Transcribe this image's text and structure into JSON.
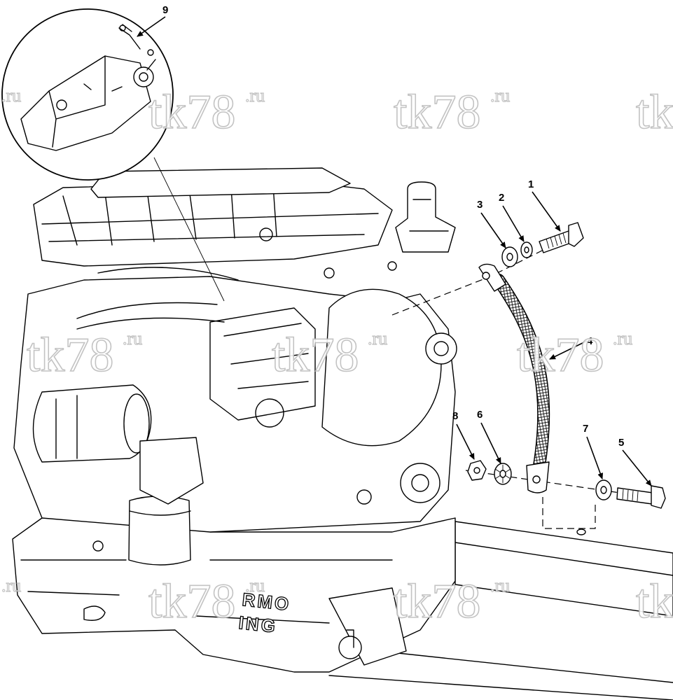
{
  "figure": {
    "callouts": [
      "1",
      "2",
      "3",
      "4",
      "5",
      "6",
      "7",
      "8",
      "9"
    ],
    "brand_text": [
      "RMO",
      "ING"
    ],
    "watermark": {
      "main": "tk78",
      "suffix": ".ru"
    }
  }
}
